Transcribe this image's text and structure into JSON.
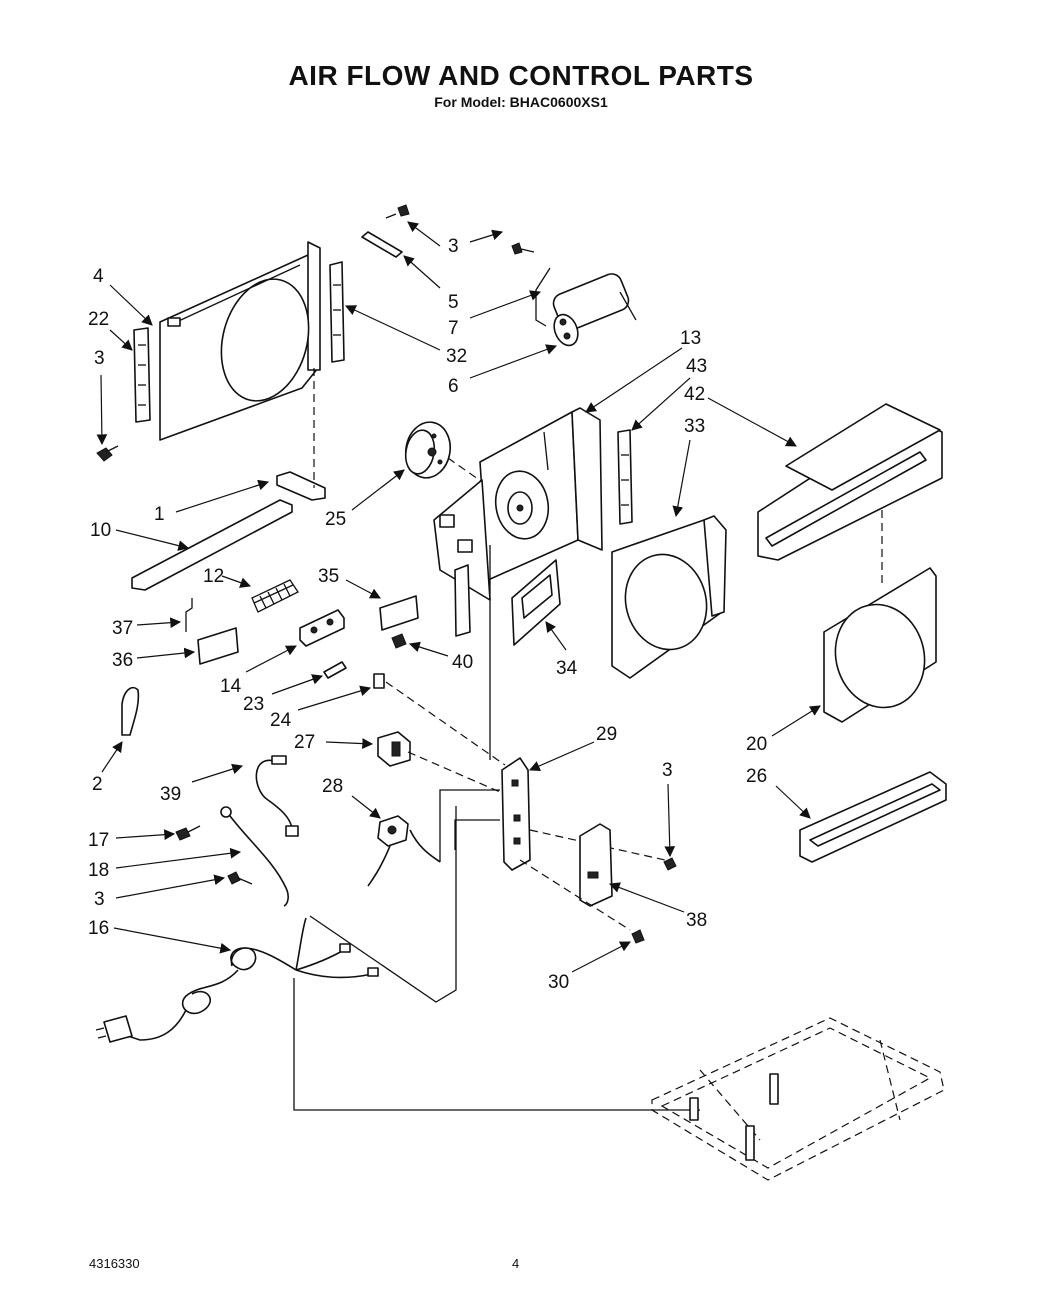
{
  "header": {
    "title": "AIR FLOW AND CONTROL PARTS",
    "subtitle": "For Model: BHAC0600XS1"
  },
  "footer": {
    "document_number": "4316330",
    "page_number": "4"
  },
  "callouts": [
    "4",
    "22",
    "3",
    "3",
    "5",
    "7",
    "32",
    "6",
    "13",
    "43",
    "42",
    "33",
    "1",
    "25",
    "10",
    "12",
    "35",
    "37",
    "36",
    "14",
    "40",
    "34",
    "23",
    "24",
    "2",
    "39",
    "27",
    "29",
    "3",
    "20",
    "26",
    "28",
    "17",
    "18",
    "3",
    "16",
    "38",
    "30"
  ]
}
